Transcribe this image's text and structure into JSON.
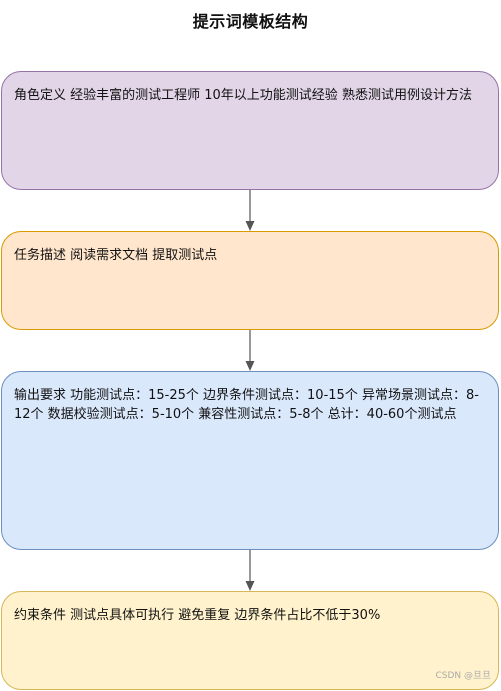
{
  "diagram": {
    "title": "提示词模板结构",
    "nodes": [
      {
        "text": "角色定义 经验丰富的测试工程师 10年以上功能测试经验 熟悉测试用例设计方法"
      },
      {
        "text": "任务描述 阅读需求文档 提取测试点"
      },
      {
        "text": "输出要求 功能测试点：15-25个 边界条件测试点：10-15个 异常场景测试点：8-12个 数据校验测试点：5-10个 兼容性测试点：5-8个 总计：40-60个测试点"
      },
      {
        "text": "约束条件 测试点具体可执行 避免重复 边界条件占比不低于30%"
      }
    ],
    "colors": {
      "node_1_fill": "#e1d5e7",
      "node_1_border": "#9673a6",
      "node_2_fill": "#ffe6cc",
      "node_2_border": "#d79b00",
      "node_3_fill": "#dae8fc",
      "node_3_border": "#6c8ebf",
      "node_4_fill": "#fff2cc",
      "node_4_border": "#d6b656",
      "arrow": "#555555"
    }
  },
  "watermark": "CSDN @旦旦"
}
